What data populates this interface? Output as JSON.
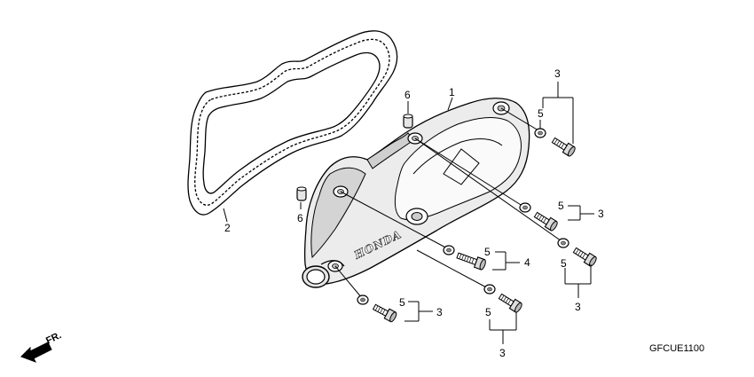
{
  "diagram": {
    "callouts": {
      "cover": "1",
      "gasket": "2",
      "bolt_top": "3",
      "bolt_mid_right": "3",
      "bolt_right": "3",
      "bolt_bottom": "3",
      "bolt_lower_left": "3",
      "bolt_long": "4",
      "washer_top": "5",
      "washer_mid_right": "5",
      "washer_right": "5",
      "washer_mid": "5",
      "washer_bottom": "5",
      "washer_lower_left": "5",
      "dowel_top": "6",
      "dowel_left": "6"
    },
    "cover_brand": "HONDA",
    "front_indicator": "FR.",
    "drawing_code": "GFCUE1100"
  }
}
